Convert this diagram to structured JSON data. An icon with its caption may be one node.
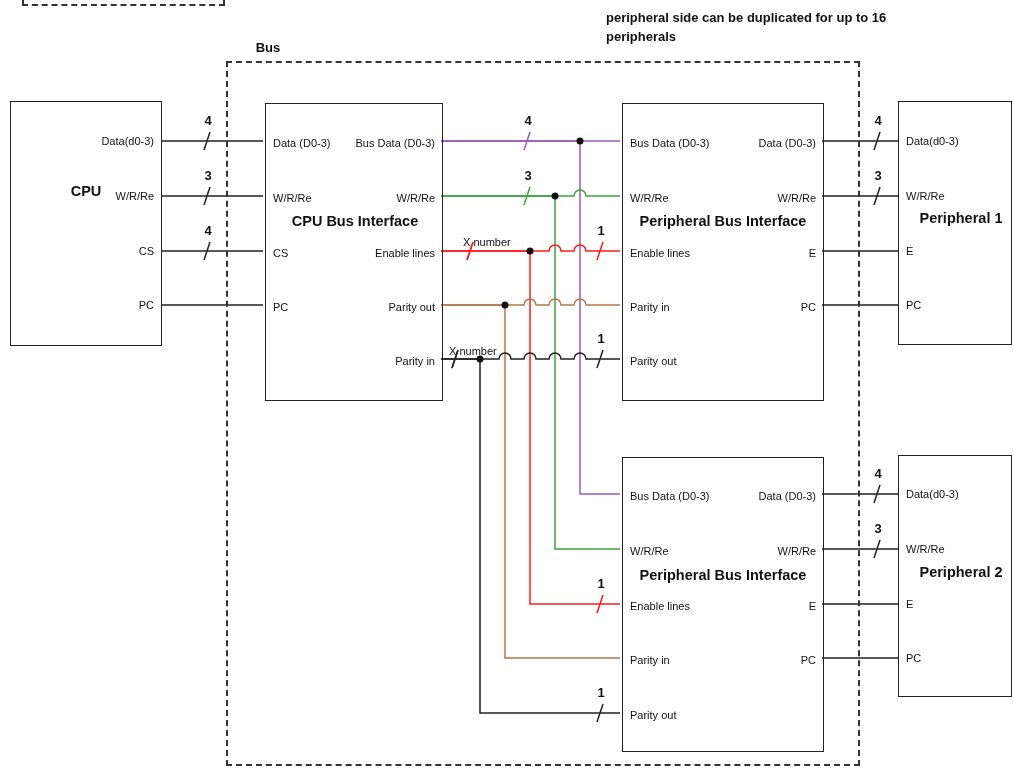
{
  "diagram": {
    "nodes": [
      {
        "text": [],
        "shape": "box"
      },
      {
        "text": [
          "CPU"
        ]
      },
      {
        "text": [
          "Data(d0-3)"
        ],
        "in": 1
      },
      {
        "text": [
          "W/R/Re"
        ],
        "in": 1
      },
      {
        "text": [
          "CS"
        ],
        "in": 1
      },
      {
        "text": [
          "PC"
        ],
        "in": 1
      },
      {
        "text": [
          "Bus"
        ]
      },
      {
        "text": [
          "CPU Bus Interface"
        ],
        "in": 6
      },
      {
        "text": [
          "Data (D0-3)"
        ],
        "in": 7
      },
      {
        "text": [
          "W/R/Re"
        ],
        "in": 7
      },
      {
        "text": [
          "CS"
        ],
        "in": 7
      },
      {
        "text": [
          "PC"
        ],
        "in": 7
      },
      {
        "text": [
          "Bus Data (D0-3)"
        ],
        "in": 7
      },
      {
        "text": [
          "W/R/Re"
        ],
        "in": 7
      },
      {
        "text": [
          "Enable lines"
        ],
        "in": 7
      },
      {
        "text": [
          "Parity out"
        ],
        "in": 7
      },
      {
        "text": [
          "Parity in"
        ],
        "in": 7
      },
      {
        "text": [
          "Peripheral Bus Interface"
        ],
        "in": 6
      },
      {
        "text": [
          "Bus Data (D0-3)"
        ],
        "in": 17
      },
      {
        "text": [
          "W/R/Re"
        ],
        "in": 17
      },
      {
        "text": [
          "Enable lines"
        ],
        "in": 17
      },
      {
        "text": [
          "Parity in"
        ],
        "in": 17
      },
      {
        "text": [
          "Parity out"
        ],
        "in": 17
      },
      {
        "text": [
          "Data (D0-3)"
        ],
        "in": 17
      },
      {
        "text": [
          "W/R/Re"
        ],
        "in": 17
      },
      {
        "text": [
          "E"
        ],
        "in": 17
      },
      {
        "text": [
          "PC"
        ],
        "in": 17
      },
      {
        "text": [
          "Peripheral 1"
        ]
      },
      {
        "text": [
          "Data(d0-3)"
        ],
        "in": 27
      },
      {
        "text": [
          "W/R/Re"
        ],
        "in": 27
      },
      {
        "text": [
          "E"
        ],
        "in": 27
      },
      {
        "text": [
          "PC"
        ],
        "in": 27
      },
      {
        "text": [
          "Peripheral Bus Interface"
        ],
        "in": 6
      },
      {
        "text": [
          "Bus Data (D0-3)"
        ],
        "in": 32
      },
      {
        "text": [
          "W/R/Re"
        ],
        "in": 32
      },
      {
        "text": [
          "Enable lines"
        ],
        "in": 32
      },
      {
        "text": [
          "Parity in"
        ],
        "in": 32
      },
      {
        "text": [
          "Parity out"
        ],
        "in": 32
      },
      {
        "text": [
          "Data (D0-3)"
        ],
        "in": 32
      },
      {
        "text": [
          "W/R/Re"
        ],
        "in": 32
      },
      {
        "text": [
          "E"
        ],
        "in": 32
      },
      {
        "text": [
          "PC"
        ],
        "in": 32
      },
      {
        "text": [
          "Peripheral 2"
        ]
      },
      {
        "text": [
          "Data(d0-3)"
        ],
        "in": 42
      },
      {
        "text": [
          "W/R/Re"
        ],
        "in": 42
      },
      {
        "text": [
          "E"
        ],
        "in": 42
      },
      {
        "text": [
          "PC"
        ],
        "in": 42
      }
    ],
    "edges": [
      {
        "from": 2,
        "to": 8,
        "arrow": "none",
        "label": "4"
      },
      {
        "from": 3,
        "to": 9,
        "arrow": "none",
        "label": "3"
      },
      {
        "from": 4,
        "to": 10,
        "arrow": "none",
        "label": "4"
      },
      {
        "from": 5,
        "to": 11,
        "arrow": "none"
      },
      {
        "from": 12,
        "to": 18,
        "arrow": "none",
        "label": "4",
        "color": "#9b59b6"
      },
      {
        "from": 12,
        "to": 33,
        "arrow": "none",
        "color": "#9b59b6"
      },
      {
        "from": 13,
        "to": 19,
        "arrow": "none",
        "label": "3",
        "color": "#3fa23f"
      },
      {
        "from": 13,
        "to": 34,
        "arrow": "none",
        "color": "#3fa23f"
      },
      {
        "from": 14,
        "to": 20,
        "arrow": "none",
        "label": "1",
        "color": "#ff1a1a"
      },
      {
        "from": 14,
        "to": 35,
        "arrow": "none",
        "label": "1",
        "color": "#ff1a1a"
      },
      {
        "from": 15,
        "to": 21,
        "arrow": "none",
        "color": "#b07a45"
      },
      {
        "from": 15,
        "to": 36,
        "arrow": "none",
        "color": "#b07a45"
      },
      {
        "from": 22,
        "to": 16,
        "arrow": "none",
        "label": "1"
      },
      {
        "from": 37,
        "to": 16,
        "arrow": "none",
        "label": "1"
      },
      {
        "from": 23,
        "to": 28,
        "arrow": "none",
        "label": "4"
      },
      {
        "from": 24,
        "to": 29,
        "arrow": "none",
        "label": "3"
      },
      {
        "from": 25,
        "to": 30,
        "arrow": "none"
      },
      {
        "from": 26,
        "to": 31,
        "arrow": "none"
      },
      {
        "from": 38,
        "to": 43,
        "arrow": "none",
        "label": "4"
      },
      {
        "from": 39,
        "to": 44,
        "arrow": "none",
        "label": "3"
      },
      {
        "from": 40,
        "to": 45,
        "arrow": "none"
      },
      {
        "from": 41,
        "to": 46,
        "arrow": "none"
      }
    ],
    "labels": [
      "peripheral side can be duplicated for up to 16 peripherals",
      "X number",
      "X number"
    ]
  }
}
